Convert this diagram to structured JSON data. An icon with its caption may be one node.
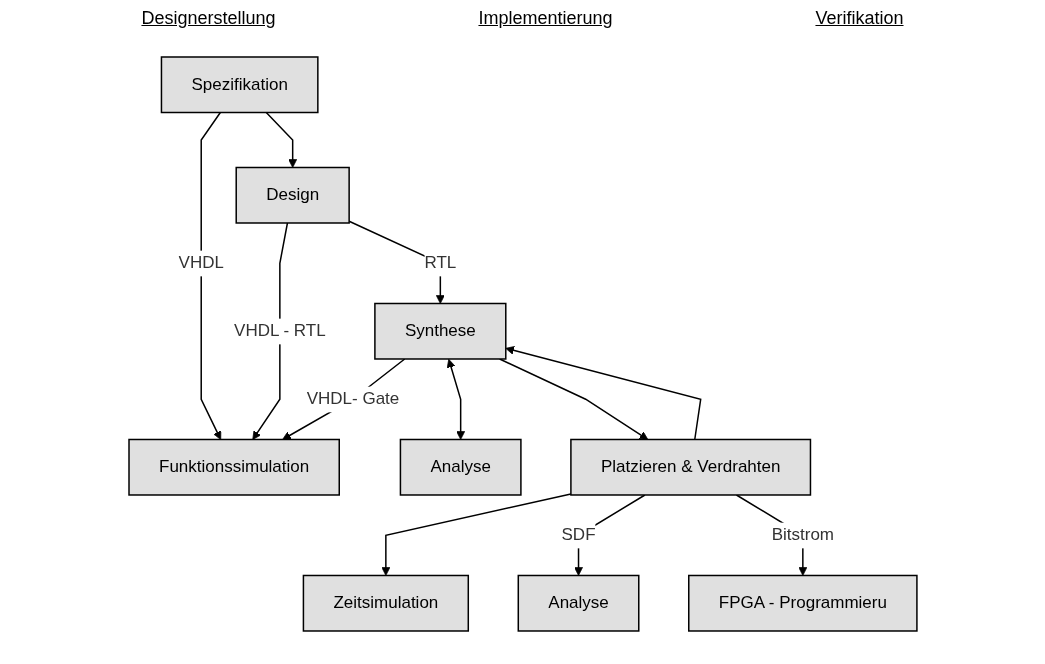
{
  "diagram": {
    "nodes": [
      {
        "text": [
          "Spezifikation"
        ]
      },
      {
        "text": [
          "Funktionssimulation"
        ]
      },
      {
        "text": [
          "Design"
        ]
      },
      {
        "text": [
          "Synthese"
        ]
      },
      {
        "text": [
          "Analyse"
        ]
      },
      {
        "text": [
          "Platzieren & Verdrahten"
        ]
      },
      {
        "text": [
          "Zeitsimulation"
        ]
      },
      {
        "text": [
          "Analyse"
        ]
      },
      {
        "text": [
          "FPGA - Programmieru"
        ]
      }
    ],
    "edges": [
      {
        "from": 0,
        "to": 1,
        "arrow": "to",
        "label": "VHDL"
      },
      {
        "from": 0,
        "to": 2,
        "arrow": "to"
      },
      {
        "from": 2,
        "to": 1,
        "arrow": "to",
        "label": "VHDL - RTL"
      },
      {
        "from": 2,
        "to": 3,
        "arrow": "to",
        "label": "RTL"
      },
      {
        "from": 3,
        "to": 1,
        "arrow": "to",
        "label": "VHDL- Gate"
      },
      {
        "from": 3,
        "to": 4,
        "arrow": "both"
      },
      {
        "from": 3,
        "to": 5,
        "arrow": "to"
      },
      {
        "from": 5,
        "to": 3,
        "arrow": "to"
      },
      {
        "from": 5,
        "to": 6,
        "arrow": "to"
      },
      {
        "from": 5,
        "to": 7,
        "arrow": "to",
        "label": "SDF"
      },
      {
        "from": 5,
        "to": 8,
        "arrow": "to",
        "label": "Bitstrom"
      }
    ],
    "labels": [
      "Designerstellung",
      "Implementierung",
      "Verifikation"
    ]
  }
}
